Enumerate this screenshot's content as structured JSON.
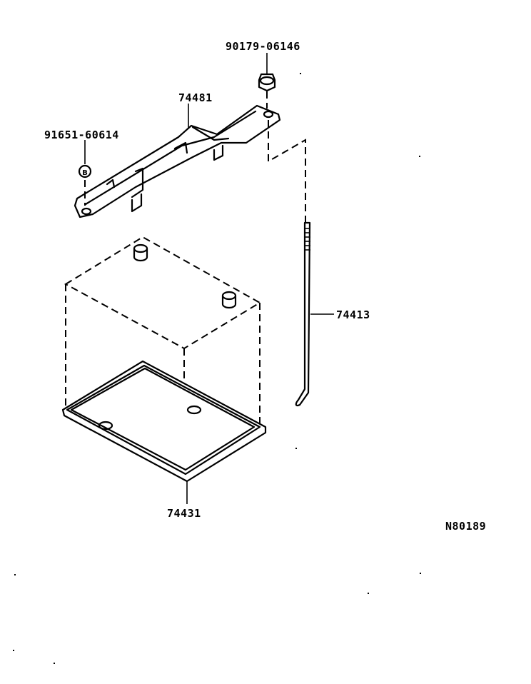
{
  "diagram_code": "N80189",
  "parts": {
    "nut": "90179-06146",
    "clamp": "74481",
    "bolt_b": "91651-60614",
    "rod": "74413",
    "tray": "74431"
  },
  "bolt_marker": "B"
}
